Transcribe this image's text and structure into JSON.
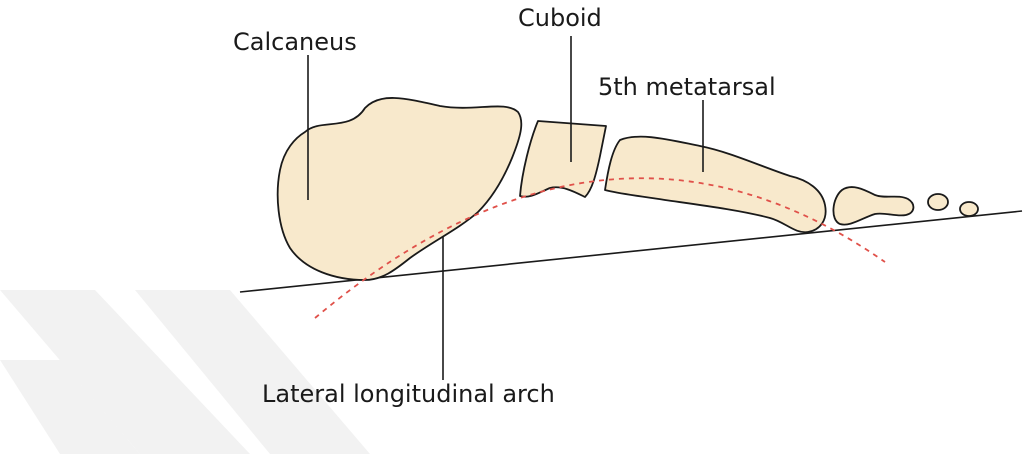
{
  "labels": {
    "calcaneus": "Calcaneus",
    "cuboid": "Cuboid",
    "metatarsal": "5th metatarsal",
    "arch": "Lateral longitudinal arch"
  },
  "colors": {
    "bone_fill": "#f8e9cc",
    "bone_stroke": "#1a1a1a",
    "arch_curve": "#e0514a",
    "watermark": "#f2f2f2",
    "text": "#1a1a1a"
  }
}
